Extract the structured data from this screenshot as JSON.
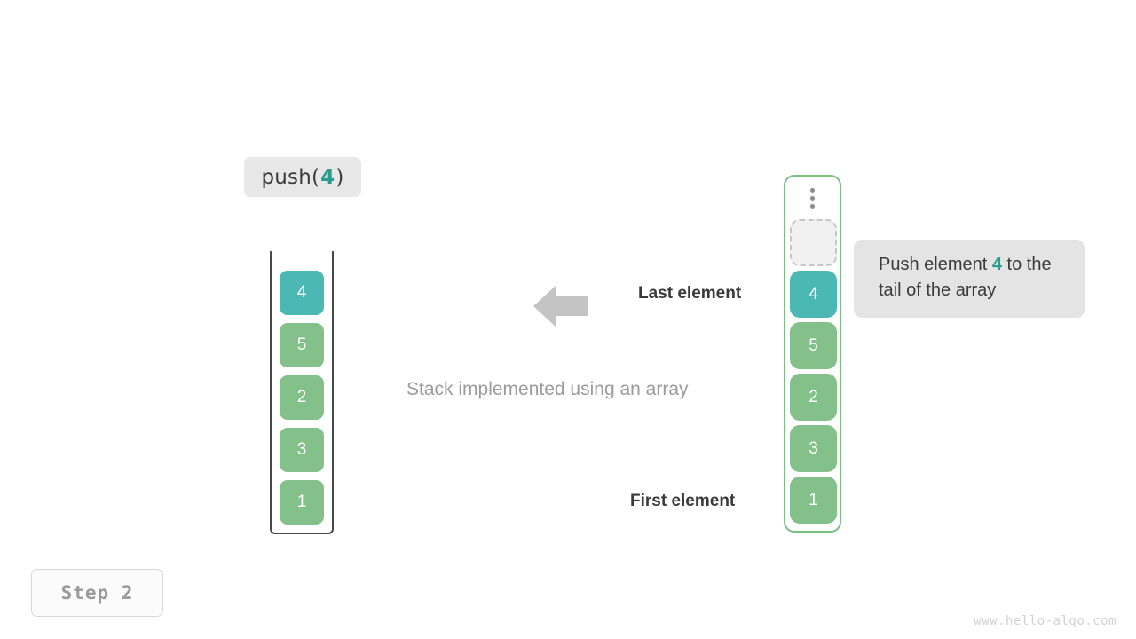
{
  "operation": {
    "prefix": "push(",
    "value": "4",
    "suffix": ")"
  },
  "stack_panel": {
    "name": "stack-implemented-using-an-array",
    "caption": "Stack implemented using an array",
    "cells": [
      {
        "value": "4",
        "color": "teal"
      },
      {
        "value": "5",
        "color": "green"
      },
      {
        "value": "2",
        "color": "green"
      },
      {
        "value": "3",
        "color": "green"
      },
      {
        "value": "1",
        "color": "green"
      }
    ]
  },
  "labels": {
    "last_element": "Last element",
    "first_element": "First element"
  },
  "array_panel": {
    "ellipsis": "vertical-ellipsis",
    "empty_slot": "",
    "cells": [
      {
        "value": "4",
        "color": "teal"
      },
      {
        "value": "5",
        "color": "green"
      },
      {
        "value": "2",
        "color": "green"
      },
      {
        "value": "3",
        "color": "green"
      },
      {
        "value": "1",
        "color": "green"
      }
    ]
  },
  "callout": {
    "text_before": "Push element ",
    "highlight": "4",
    "text_after": " to the tail of the array"
  },
  "step": {
    "label": "Step 2"
  },
  "watermark": {
    "text": "www.hello-algo.com"
  },
  "colors": {
    "teal": "#4cb8b4",
    "green": "#84c08a",
    "highlight_text": "#2a9d8f",
    "container_border": "#7cbf85",
    "stack_border": "#4a4a4a",
    "arrow": "#c4c4c4",
    "chip_bg": "#e8e8e8",
    "callout_bg": "#e4e4e4"
  }
}
